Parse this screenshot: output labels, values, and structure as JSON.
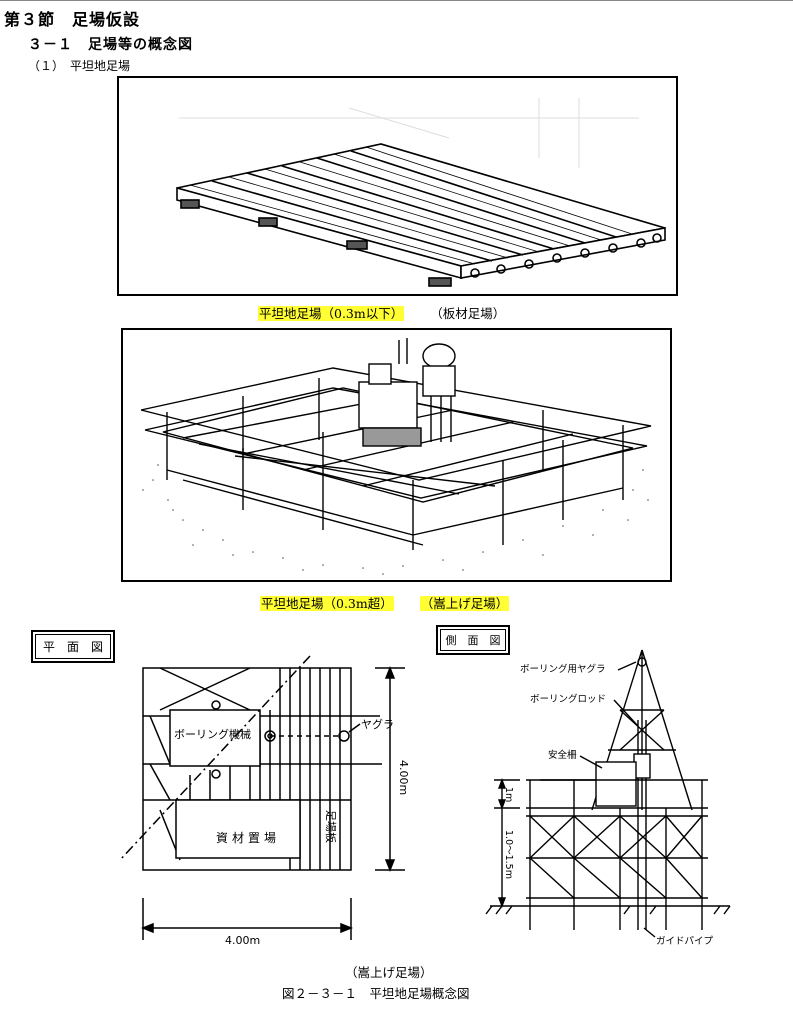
{
  "heading": {
    "section": "第３節　足場仮設",
    "subsection": "３－１　足場等の概念図",
    "item": "（１）　平坦地足場"
  },
  "figure1": {
    "caption_highlight": "平坦地足場（0.3m以下）",
    "caption_rest": "（板材足場）"
  },
  "figure2": {
    "caption_highlight_1": "平坦地足場（0.3m超）",
    "caption_highlight_2": "（嵩上げ足場）"
  },
  "plan_view": {
    "title": "平　面　図",
    "label_machine": "ボーリング機械",
    "label_yagura": "ヤグラ",
    "label_material": "資材置場",
    "label_board": "足場板",
    "dim_vertical": "4.00m",
    "dim_horizontal": "4.00m"
  },
  "side_view": {
    "title": "側　面　図",
    "label_yagura": "ボーリング用ヤグラ",
    "label_rod": "ボーリングロッド",
    "label_rail": "安全柵",
    "label_guide": "ガイドパイプ",
    "dim_1m": "1m",
    "dim_range": "1.0～1.5m"
  },
  "footer": {
    "sub": "（嵩上げ足場）",
    "title": "図２－３－１　平坦地足場概念図"
  }
}
